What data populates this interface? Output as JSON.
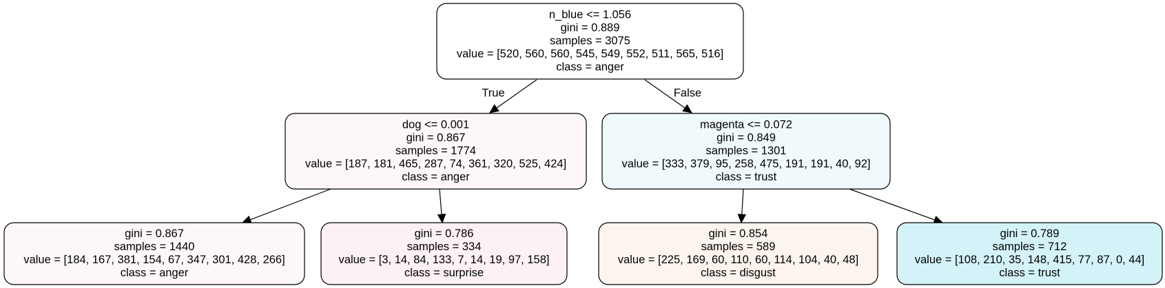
{
  "tree": {
    "nodes": [
      {
        "id": "root",
        "lines": [
          "n_blue <= 1.056",
          "gini = 0.889",
          "samples = 3075",
          "value = [520, 560, 560, 545, 549, 552, 511, 565, 516]",
          "class = anger"
        ],
        "fill": "#ffffff"
      },
      {
        "id": "left",
        "lines": [
          "dog <= 0.001",
          "gini = 0.867",
          "samples = 1774",
          "value = [187, 181, 465, 287, 74, 361, 320, 525, 424]",
          "class = anger"
        ],
        "fill": "#fdf7fc"
      },
      {
        "id": "right",
        "lines": [
          "magenta <= 0.072",
          "gini = 0.849",
          "samples = 1301",
          "value = [333, 379, 95, 258, 475, 191, 191, 40, 92]",
          "class = trust"
        ],
        "fill": "#f0fafc"
      },
      {
        "id": "left-left",
        "lines": [
          "gini = 0.867",
          "samples = 1440",
          "value = [184, 167, 381, 154, 67, 347, 301, 428, 266]",
          "class = anger"
        ],
        "fill": "#fdf7fc"
      },
      {
        "id": "left-right",
        "lines": [
          "gini = 0.786",
          "samples = 334",
          "value = [3, 14, 84, 133, 7, 14, 19, 97, 158]",
          "class = surprise"
        ],
        "fill": "#fcf1f4"
      },
      {
        "id": "right-left",
        "lines": [
          "gini = 0.854",
          "samples = 589",
          "value = [225, 169, 60, 110, 60, 114, 104, 40, 48]",
          "class = disgust"
        ],
        "fill": "#fcf4ee"
      },
      {
        "id": "right-right",
        "lines": [
          "gini = 0.789",
          "samples = 712",
          "value = [108, 210, 35, 148, 415, 77, 87, 0, 44]",
          "class = trust"
        ],
        "fill": "#d4f3f9"
      }
    ],
    "edges": [
      {
        "from": "root",
        "to": "left",
        "label": "True"
      },
      {
        "from": "root",
        "to": "right",
        "label": "False"
      },
      {
        "from": "left",
        "to": "left-left",
        "label": ""
      },
      {
        "from": "left",
        "to": "left-right",
        "label": ""
      },
      {
        "from": "right",
        "to": "right-left",
        "label": ""
      },
      {
        "from": "right",
        "to": "right-right",
        "label": ""
      }
    ]
  }
}
